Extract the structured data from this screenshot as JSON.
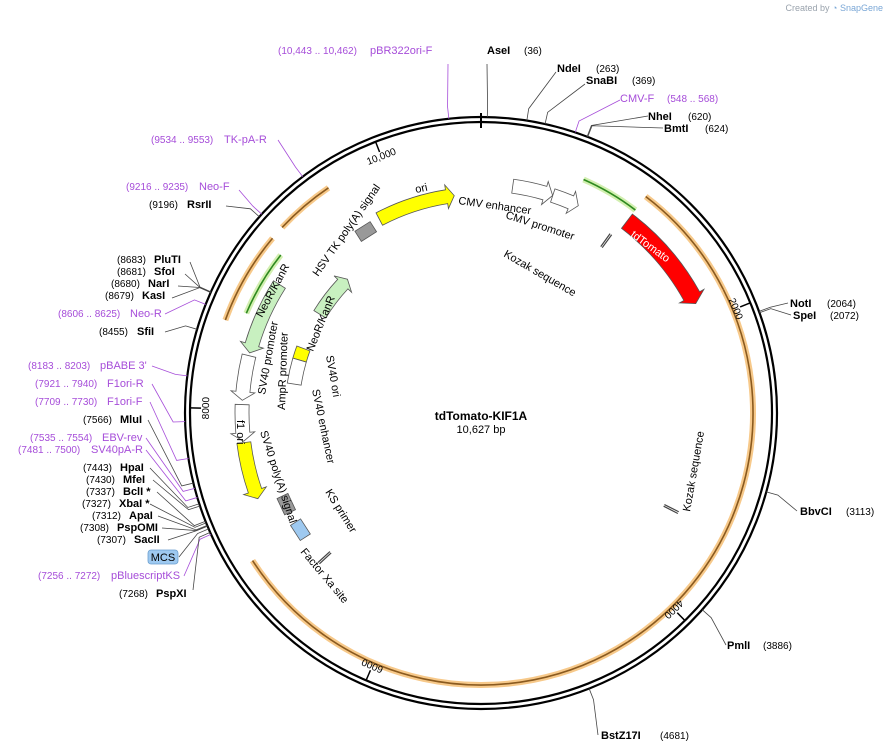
{
  "credit": {
    "prefix": "Created by",
    "brand": "SnapGene"
  },
  "plasmid": {
    "name": "tdTomato-KIF1A",
    "size_label": "10,627 bp",
    "length": 10627
  },
  "ticks": [
    {
      "label": "2000",
      "pos": 2000
    },
    {
      "label": "4000",
      "pos": 4000
    },
    {
      "label": "6000",
      "pos": 6000
    },
    {
      "label": "8000",
      "pos": 8000
    },
    {
      "label": "10,000",
      "pos": 10000
    }
  ],
  "features": [
    {
      "name": "tdTomato",
      "start": 1100,
      "end": 1860,
      "color": "#ff0000",
      "textColor": "white",
      "dir": 1,
      "highlight": true
    },
    {
      "name": "ori",
      "start": 9810,
      "end": 10420,
      "color": "#ffff00",
      "dir": 1
    },
    {
      "name": "CMV enhancer",
      "start": 235,
      "end": 538,
      "color": "#ffffff",
      "dir": 1
    },
    {
      "name": "CMV promoter",
      "start": 539,
      "end": 742,
      "color": "#ffffff",
      "dir": 1
    },
    {
      "name": "NeoR/KanR",
      "start": 8900,
      "end": 9300,
      "color": "#c8f0c0",
      "dir": 1,
      "outer": true
    },
    {
      "name": "NeoR/KanR",
      "start": 8400,
      "end": 8930,
      "color": "#c8f0c0",
      "dir": -1
    },
    {
      "name": "SV40 promoter",
      "start": 8060,
      "end": 8380,
      "color": "#ffffff",
      "dir": -1
    },
    {
      "name": "AmpR promoter",
      "start": 7770,
      "end": 8030,
      "color": "#ffffff",
      "dir": -1
    },
    {
      "name": "f1 ori",
      "start": 7350,
      "end": 7760,
      "color": "#ffff00",
      "dir": -1
    },
    {
      "name": "SV40 ori",
      "start": 8450,
      "end": 8560,
      "color": "#ffff00",
      "dir": 0,
      "outer": true
    },
    {
      "name": "SV40 enhancer",
      "start": 8230,
      "end": 8450,
      "color": "#ffffff",
      "dir": 0,
      "outer": true
    }
  ],
  "small_features": [
    {
      "name": "HSV TK poly(A) signal",
      "pos": 9670,
      "color": "#999999"
    },
    {
      "name": "SV40 poly(A) signal",
      "pos": 7230,
      "color": "#999999"
    },
    {
      "name": "KS primer",
      "pos": 7000,
      "color": "#9ec9f0"
    },
    {
      "name": "Kozak sequence",
      "pos": 1055
    },
    {
      "name": "Kozak sequence",
      "pos": 3440
    },
    {
      "name": "Factor Xa site",
      "pos": 6700
    }
  ],
  "sites": [
    {
      "enzyme": "AseI",
      "pos": "(36)"
    },
    {
      "enzyme": "NdeI",
      "pos": "(263)"
    },
    {
      "enzyme": "SnaBI",
      "pos": "(369)"
    },
    {
      "enzyme": "NheI",
      "pos": "(620)"
    },
    {
      "enzyme": "BmtI",
      "pos": "(624)"
    },
    {
      "enzyme": "NotI",
      "pos": "(2064)"
    },
    {
      "enzyme": "SpeI",
      "pos": "(2072)"
    },
    {
      "enzyme": "BbvCI",
      "pos": "(3113)"
    },
    {
      "enzyme": "PmlI",
      "pos": "(3886)"
    },
    {
      "enzyme": "BstZ17I",
      "pos": "(4681)"
    },
    {
      "enzyme": "PspXI",
      "pos": "(7268)"
    },
    {
      "enzyme": "SacII",
      "pos": "(7307)"
    },
    {
      "enzyme": "PspOMI",
      "pos": "(7308)"
    },
    {
      "enzyme": "ApaI",
      "pos": "(7312)"
    },
    {
      "enzyme": "XbaI *",
      "pos": "(7327)"
    },
    {
      "enzyme": "BclI *",
      "pos": "(7337)"
    },
    {
      "enzyme": "MfeI",
      "pos": "(7430)"
    },
    {
      "enzyme": "HpaI",
      "pos": "(7443)"
    },
    {
      "enzyme": "MluI",
      "pos": "(7566)"
    },
    {
      "enzyme": "SfiI",
      "pos": "(8455)"
    },
    {
      "enzyme": "KasI",
      "pos": "(8679)"
    },
    {
      "enzyme": "NarI",
      "pos": "(8680)"
    },
    {
      "enzyme": "SfoI",
      "pos": "(8681)"
    },
    {
      "enzyme": "PluTI",
      "pos": "(8683)"
    },
    {
      "enzyme": "RsrII",
      "pos": "(9196)"
    }
  ],
  "primers": [
    {
      "name": "pBR322ori-F",
      "range": "(10,443 .. 10,462)"
    },
    {
      "name": "CMV-F",
      "range": "(548 .. 568)"
    },
    {
      "name": "TK-pA-R",
      "range": "(9534 .. 9553)"
    },
    {
      "name": "Neo-F",
      "range": "(9216 .. 9235)"
    },
    {
      "name": "Neo-R",
      "range": "(8606 .. 8625)"
    },
    {
      "name": "pBABE 3'",
      "range": "(8183 .. 8203)"
    },
    {
      "name": "F1ori-R",
      "range": "(7921 .. 7940)"
    },
    {
      "name": "F1ori-F",
      "range": "(7709 .. 7730)"
    },
    {
      "name": "EBV-rev",
      "range": "(7535 .. 7554)"
    },
    {
      "name": "SV40pA-R",
      "range": "(7481 .. 7500)"
    },
    {
      "name": "pBluescriptKS",
      "range": "(7256 .. 7272)"
    }
  ],
  "mcs": {
    "label": "MCS"
  }
}
